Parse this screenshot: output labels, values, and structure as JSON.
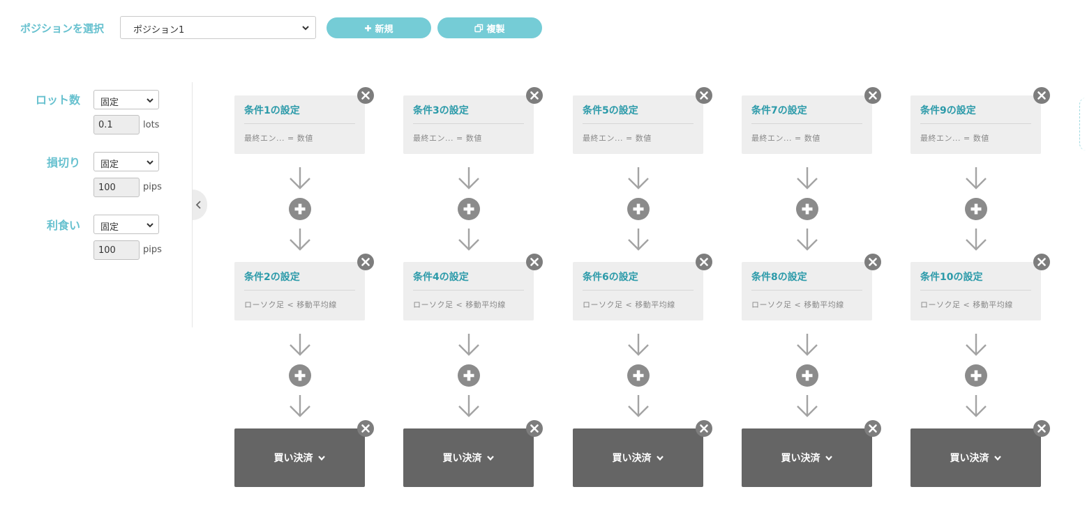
{
  "position": {
    "label": "ポジションを選択",
    "selected": "ポジション1",
    "new_button": "新規",
    "copy_button": "複製"
  },
  "settings": {
    "lot": {
      "label": "ロット数",
      "mode": "固定",
      "value": "0.1",
      "unit": "lots"
    },
    "stop_loss": {
      "label": "損切り",
      "mode": "固定",
      "value": "100",
      "unit": "pips"
    },
    "take_profit": {
      "label": "利食い",
      "mode": "固定",
      "value": "100",
      "unit": "pips"
    }
  },
  "columns": [
    {
      "cond_a": {
        "title": "条件1の設定",
        "desc": "最終エン... = 数値"
      },
      "cond_b": {
        "title": "条件2の設定",
        "desc": "ローソク足 < 移動平均線"
      },
      "action": "買い決済"
    },
    {
      "cond_a": {
        "title": "条件3の設定",
        "desc": "最終エン... = 数値"
      },
      "cond_b": {
        "title": "条件4の設定",
        "desc": "ローソク足 < 移動平均線"
      },
      "action": "買い決済"
    },
    {
      "cond_a": {
        "title": "条件5の設定",
        "desc": "最終エン... = 数値"
      },
      "cond_b": {
        "title": "条件6の設定",
        "desc": "ローソク足 < 移動平均線"
      },
      "action": "買い決済"
    },
    {
      "cond_a": {
        "title": "条件7の設定",
        "desc": "最終エン... = 数値"
      },
      "cond_b": {
        "title": "条件8の設定",
        "desc": "ローソク足 < 移動平均線"
      },
      "action": "買い決済"
    },
    {
      "cond_a": {
        "title": "条件9の設定",
        "desc": "最終エン... = 数値"
      },
      "cond_b": {
        "title": "条件10の設定",
        "desc": "ローソク足 < 移動平均線"
      },
      "action": "買い決済"
    }
  ],
  "icons": {
    "new": "plus-icon",
    "copy": "copy-icon",
    "close": "close-icon",
    "add": "plus-circle-icon",
    "flow": "arrow-down-icon",
    "dropdown": "chevron-down-icon",
    "collapse": "chevron-left-icon"
  },
  "colors": {
    "accent": "#67c1cf",
    "button": "#75ccd6",
    "card_title": "#2b9aa9",
    "card_bg": "#eeeeee",
    "action_bg": "#656565"
  }
}
